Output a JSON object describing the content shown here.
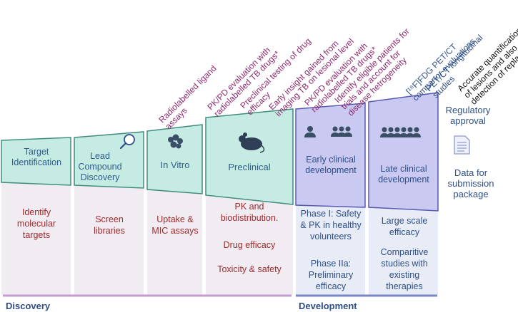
{
  "stages": [
    {
      "label": "Target Identification",
      "outcome": "Identify molecular targets"
    },
    {
      "label": "Lead Compound Discovery",
      "outcome": "Screen libraries"
    },
    {
      "label": "In Vitro",
      "outcome": "Uptake & MIC assays"
    },
    {
      "label": "Preclinical",
      "outcomes": [
        "PK and biodistribution.",
        "Drug efficacy",
        "Toxicity & safety"
      ]
    },
    {
      "label": "Early clinical development",
      "outcomes": [
        "Phase I: Safety & PK in healthy volunteers",
        "Phase IIa: Preliminary efficacy"
      ]
    },
    {
      "label": "Late clinical development",
      "outcomes": [
        "Large scale efficacy",
        "Comparitive studies with existing therapies"
      ]
    }
  ],
  "annotations": {
    "in_vitro": [
      "Radiolabelled ligand",
      "assays"
    ],
    "preclinical": [
      [
        "PK/PD evaluation with",
        "radiolabelled TB drugs*"
      ],
      [
        "Preclinical testing of drug",
        "efficacy"
      ],
      [
        "Early insight gained from",
        "imaging TB on lesional level"
      ]
    ],
    "early_clinical": [
      [
        "PK/PD evaluation with",
        "radiolabelled TB drugs*"
      ],
      [
        "Identify eligible patients for",
        "trials and account for",
        "disease hetrogeneity"
      ]
    ],
    "late_clinical": [
      [
        "[¹⁸F]FDG PET/CT",
        "compartor evaluations"
      ],
      [
        "PET/CT longitudinal",
        "studies"
      ]
    ],
    "post_approval": [
      "Accurate quantification",
      "of lesions and also",
      "detection of replase"
    ]
  },
  "regulatory": {
    "approval": "Regulatory approval",
    "package": "Data for submission package"
  },
  "phases": {
    "discovery": "Discovery",
    "development": "Development"
  },
  "icons": {
    "magnifier": "magnifier-icon",
    "cells": "cell-cluster-icon",
    "mouse": "mouse-icon",
    "single_person": "person-icon",
    "small_group": "small-group-icon",
    "large_group": "large-group-icon",
    "document": "document-icon"
  },
  "colors": {
    "teal_fill": "#c6ebe2",
    "teal_stroke": "#3f8d7e",
    "lavender_fill": "#c9c9f1",
    "lavender_stroke": "#5a5ab0",
    "column_shade": "#f1ebf2",
    "column_shade_blue": "#e7ecf7",
    "purple_text": "#8e2a6d",
    "navy_text": "#2f4f86",
    "red_text": "#a02b2b",
    "discovery_bar": "#c59bd1",
    "development_bar": "#7a86c4"
  }
}
